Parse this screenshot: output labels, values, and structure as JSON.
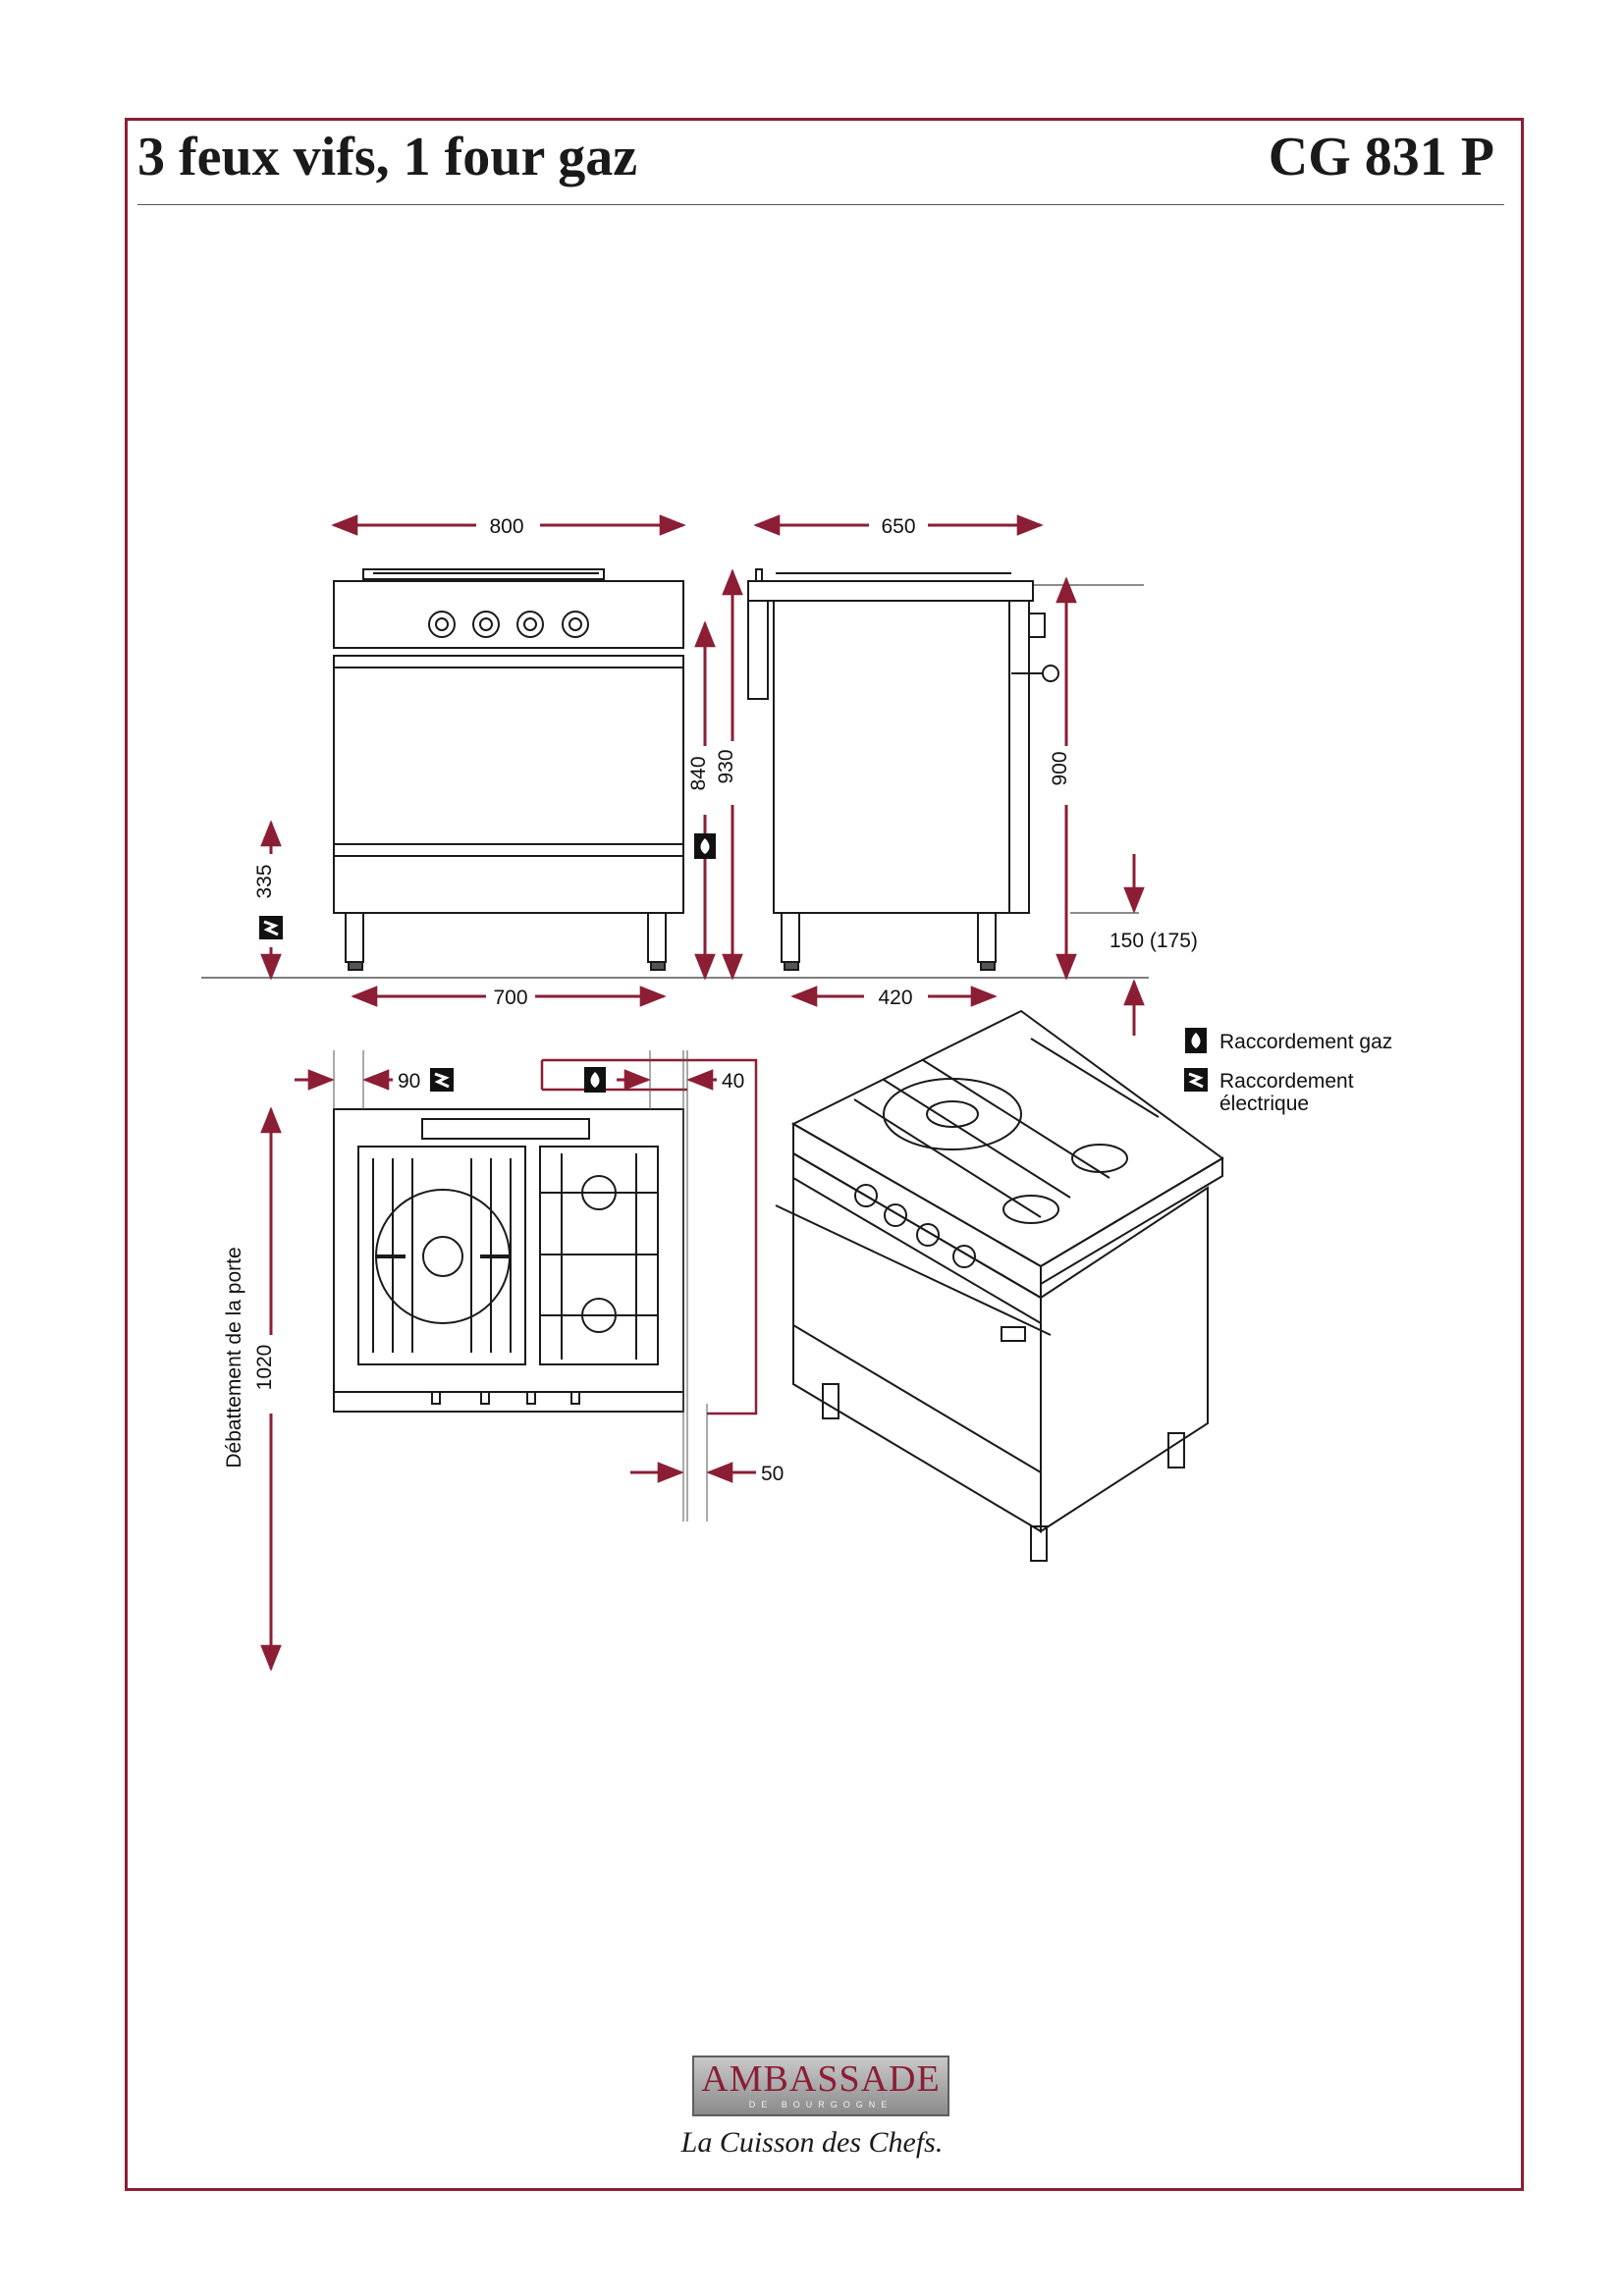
{
  "header": {
    "title": "3 feux vifs, 1 four gaz",
    "model": "CG 831 P"
  },
  "dimensions": {
    "front_width": "800",
    "side_depth": "650",
    "hob_height": "840",
    "total_height": "930",
    "side_height": "900",
    "elec_height": "335",
    "leg_width": "700",
    "leg_depth": "420",
    "gas_height": "150 (175)",
    "elec_offset": "90",
    "gas_offset": "40",
    "rear_offset": "50",
    "door_clearance": "1020",
    "door_clearance_label": "Débattement de la porte"
  },
  "legend": {
    "gas_label": "Raccordement gaz",
    "elec_label_1": "Raccordement",
    "elec_label_2": "électrique"
  },
  "brand": {
    "logo_main": "AMBASSADE",
    "logo_sub": "DE BOURGOGNE",
    "tagline": "La Cuisson des Chefs."
  },
  "colors": {
    "accent": "#8b1e35",
    "line": "#1a1a1a"
  },
  "icons": [
    "gas-connection-icon",
    "electric-connection-icon"
  ]
}
